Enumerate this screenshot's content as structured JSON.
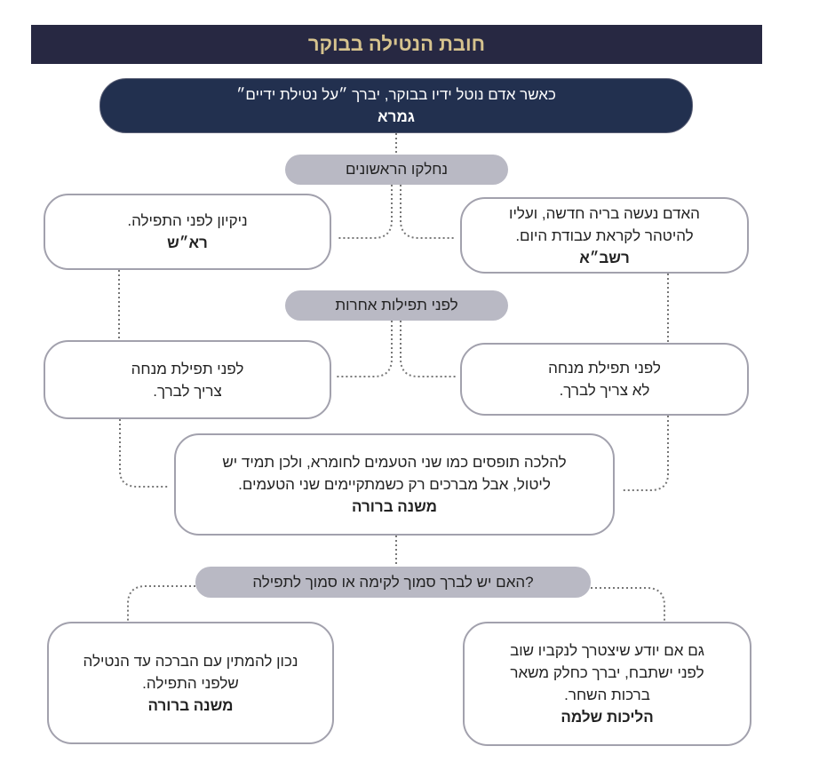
{
  "title": "חובת הנטילה בבוקר",
  "top": {
    "text": "כאשר אדם נוטל ידיו בבוקר, יברך ״על נטילת ידיים״",
    "source": "גמרא"
  },
  "q1": "נחלקו הראשונים",
  "r1": {
    "lines": [
      "האדם נעשה בריה חדשה, ועליו",
      "להיטהר לקראת עבודת היום."
    ],
    "source": "רשב״א"
  },
  "l1": {
    "lines": [
      "ניקיון לפני התפילה."
    ],
    "source": "רא״ש"
  },
  "q2": "לפני תפילות אחרות",
  "r2": {
    "lines": [
      "לפני תפילת מנחה",
      "לא צריך לברך."
    ]
  },
  "l2": {
    "lines": [
      "לפני תפילת מנחה",
      "צריך לברך."
    ]
  },
  "mid": {
    "lines": [
      "להלכה תופסים כמו שני הטעמים לחומרא, ולכן תמיד יש",
      "ליטול, אבל מברכים רק כשמתקיימים שני הטעמים."
    ],
    "source": "משנה ברורה"
  },
  "q3": "האם יש לברך סמוך לקימה או סמוך לתפילה?",
  "r3": {
    "lines": [
      "גם אם יודע שיצטרך לנקביו שוב",
      "לפני ישתבח, יברך כחלק משאר",
      "ברכות השחר."
    ],
    "source": "הליכות שלמה"
  },
  "l3": {
    "lines": [
      "נכון להמתין עם הברכה עד הנטילה",
      "שלפני התפילה."
    ],
    "source": "משנה ברורה"
  }
}
